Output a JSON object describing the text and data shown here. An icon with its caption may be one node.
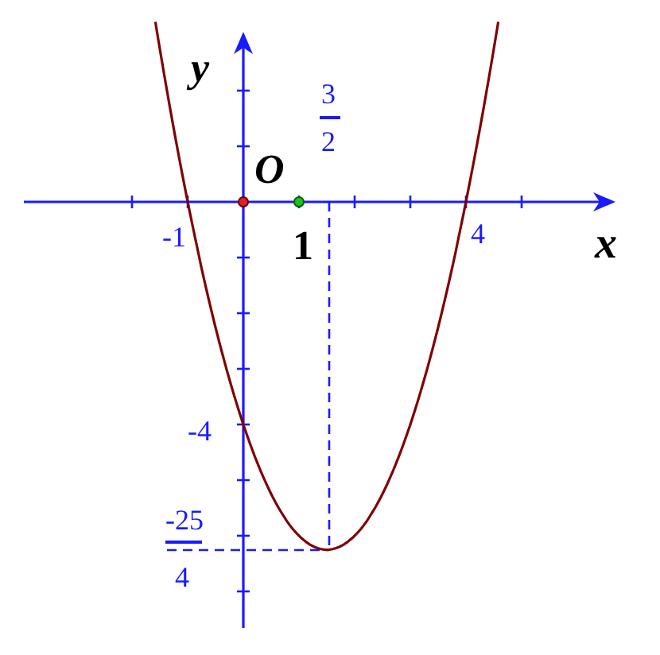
{
  "diagram": {
    "labels": [
      "y",
      "3",
      "2",
      "O",
      "-1",
      "1",
      "4",
      "x",
      "-4",
      "-25",
      "4"
    ]
  }
}
